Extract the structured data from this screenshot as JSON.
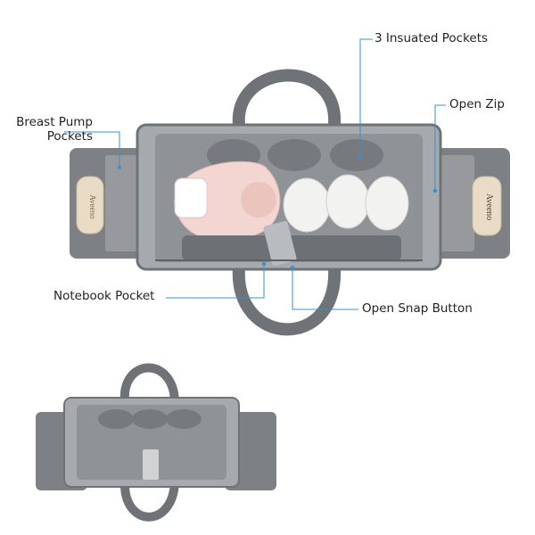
{
  "callouts": {
    "insulated_pockets": "3 Insuated Pockets",
    "open_zip": "Open Zip",
    "breast_pump_line1": "Breast Pump",
    "breast_pump_line2": "Pockets",
    "notebook_pocket": "Notebook Pocket",
    "open_snap_button": "Open Snap Button"
  },
  "product_print": {
    "brand": "Aveeno"
  },
  "colors": {
    "bag_gray": "#8a8d90",
    "bag_dark": "#5e6165",
    "bag_light": "#b9bcbf",
    "leader_line": "#3a8fd0",
    "pump_pink": "#f3d6d2",
    "towel_white": "#f2f2f0",
    "bottle_beige": "#e9dcc7"
  }
}
